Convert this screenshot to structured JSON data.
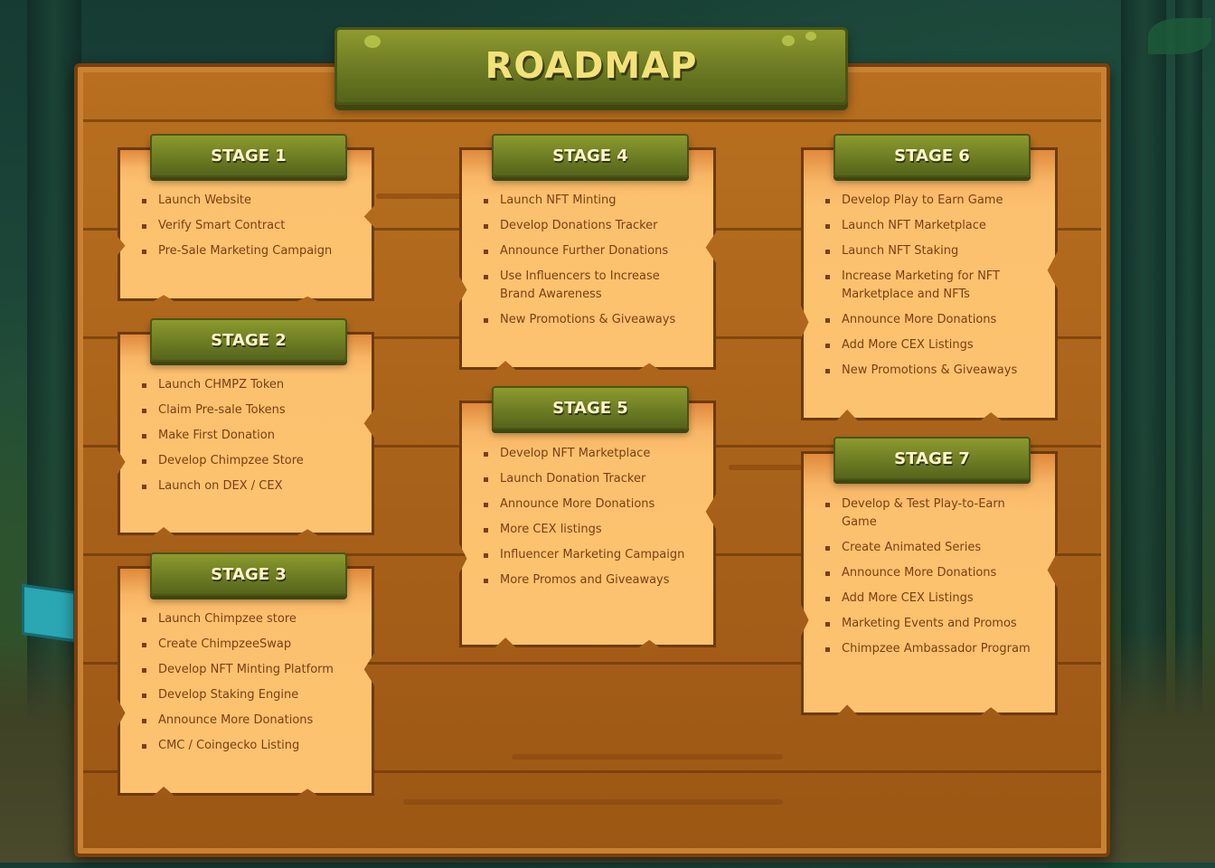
{
  "title": "ROADMAP",
  "colors": {
    "board": "#a9621a",
    "card": "#fdc26f",
    "plank": "#6b7a22",
    "title_text": "#f3e27a",
    "item_text": "#7a3f14"
  },
  "stages": [
    {
      "label": "STAGE 1",
      "items": [
        "Launch Website",
        "Verify Smart Contract",
        "Pre-Sale Marketing Campaign"
      ]
    },
    {
      "label": "STAGE 2",
      "items": [
        "Launch CHMPZ Token",
        "Claim Pre-sale Tokens",
        "Make First Donation",
        "Develop Chimpzee Store",
        "Launch on DEX / CEX"
      ]
    },
    {
      "label": "STAGE 3",
      "items": [
        "Launch Chimpzee store",
        "Create ChimpzeeSwap",
        "Develop NFT Minting Platform",
        "Develop Staking Engine",
        "Announce More Donations",
        "CMC / Coingecko Listing"
      ]
    },
    {
      "label": "STAGE 4",
      "items": [
        "Launch NFT Minting",
        "Develop Donations Tracker",
        "Announce Further Donations",
        "Use Influencers to Increase Brand Awareness",
        "New Promotions & Giveaways"
      ]
    },
    {
      "label": "STAGE 5",
      "items": [
        "Develop NFT Marketplace",
        "Launch Donation Tracker",
        "Announce More Donations",
        "More CEX listings",
        "Influencer Marketing Campaign",
        "More Promos and Giveaways"
      ]
    },
    {
      "label": "STAGE 6",
      "items": [
        "Develop Play to Earn Game",
        "Launch NFT Marketplace",
        "Launch NFT Staking",
        "Increase Marketing for NFT Marketplace and NFTs",
        "Announce More Donations",
        "Add More CEX Listings",
        "New Promotions & Giveaways"
      ]
    },
    {
      "label": "STAGE 7",
      "items": [
        "Develop & Test Play-to-Earn Game",
        "Create Animated Series",
        "Announce More Donations",
        "Add More CEX Listings",
        "Marketing Events and Promos",
        "Chimpzee Ambassador Program"
      ]
    }
  ]
}
